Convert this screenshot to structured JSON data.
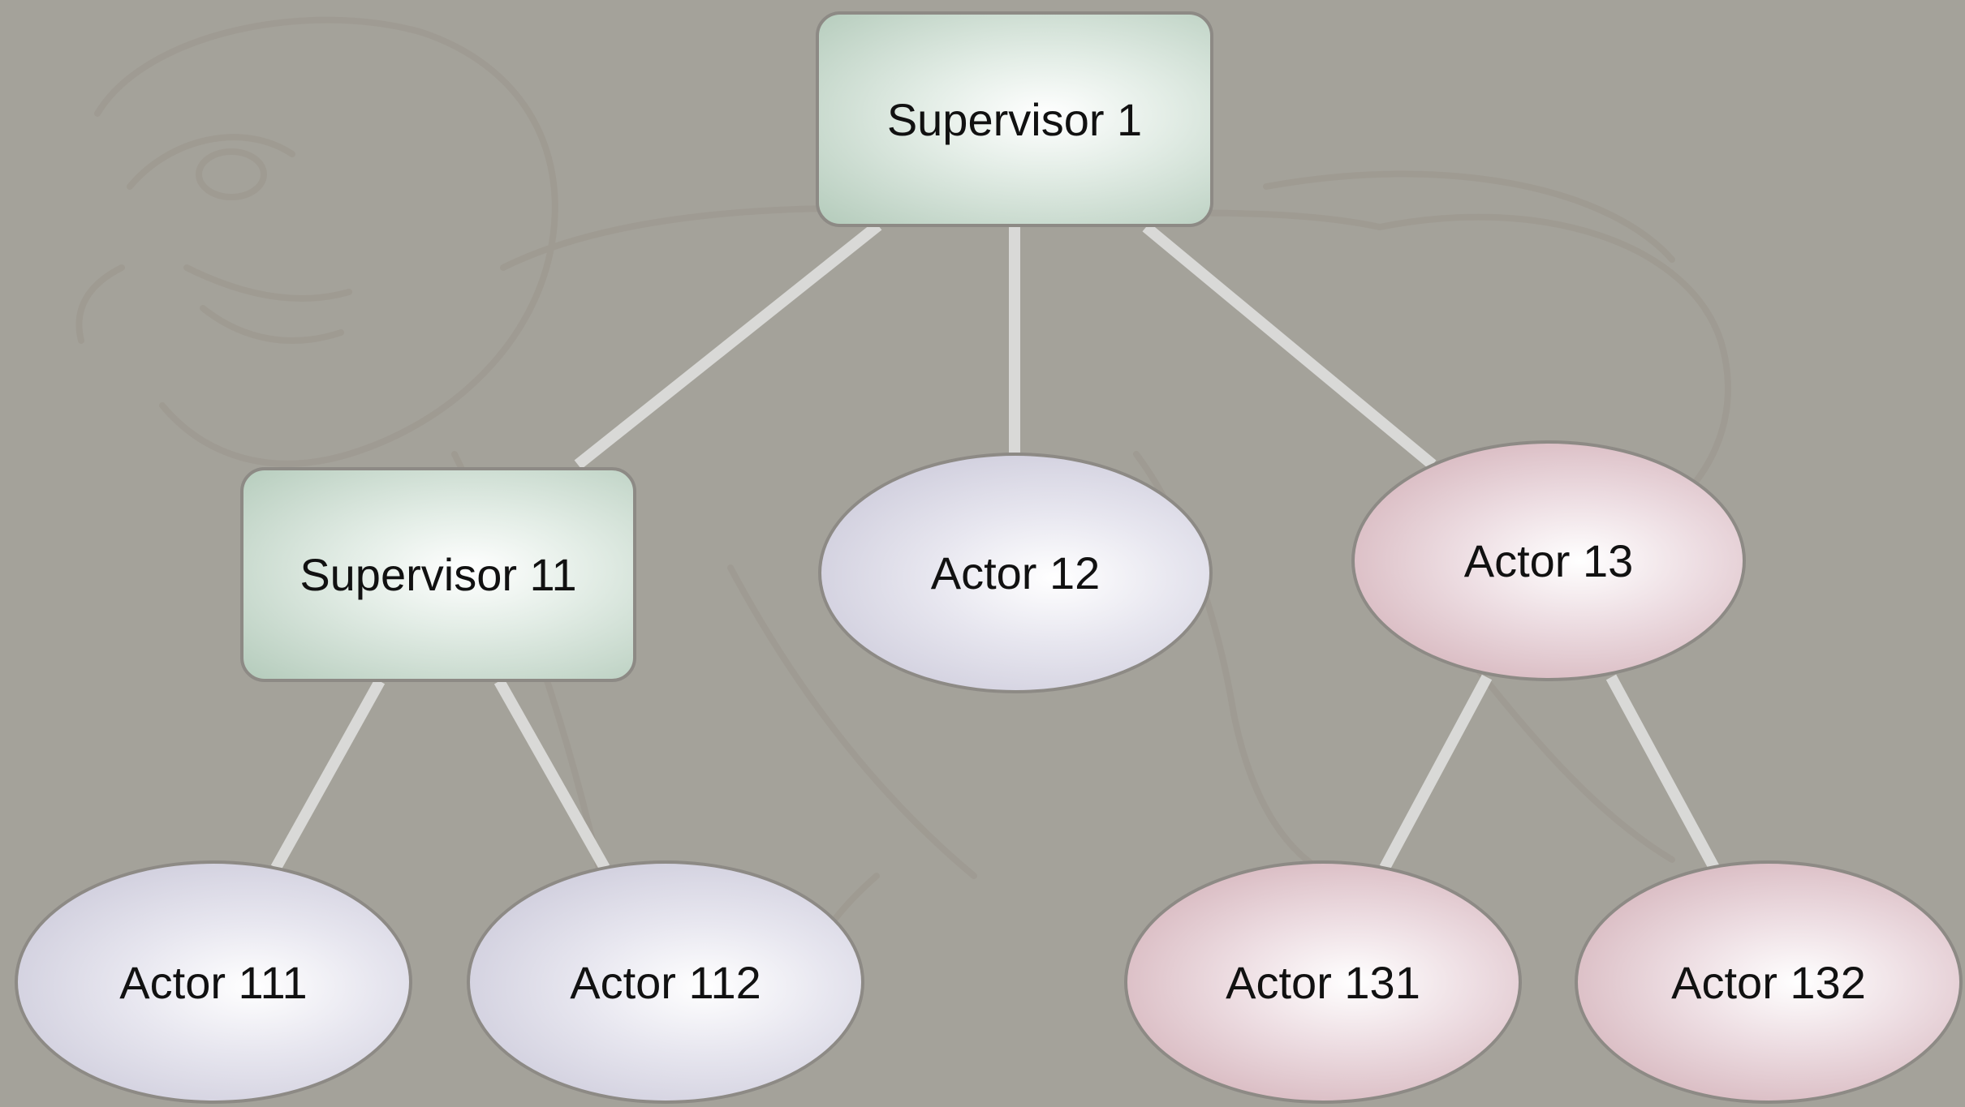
{
  "nodes": {
    "supervisor_1": "Supervisor 1",
    "supervisor_11": "Supervisor 11",
    "actor_12": "Actor 12",
    "actor_13": "Actor 13",
    "actor_111": "Actor 111",
    "actor_112": "Actor 112",
    "actor_131": "Actor 131",
    "actor_132": "Actor 132"
  },
  "edges": [
    [
      "supervisor_1",
      "supervisor_11"
    ],
    [
      "supervisor_1",
      "actor_12"
    ],
    [
      "supervisor_1",
      "actor_13"
    ],
    [
      "supervisor_11",
      "actor_111"
    ],
    [
      "supervisor_11",
      "actor_112"
    ],
    [
      "actor_13",
      "actor_131"
    ],
    [
      "actor_13",
      "actor_132"
    ]
  ],
  "colors": {
    "supervisor_fill": "#b4cbbb",
    "actor_blue_fill": "#c4c2d4",
    "actor_pink_fill": "#cea8b0",
    "edge": "#d9d9d7",
    "background": "#a19d94"
  },
  "background_image": "faded-lion-illustration"
}
